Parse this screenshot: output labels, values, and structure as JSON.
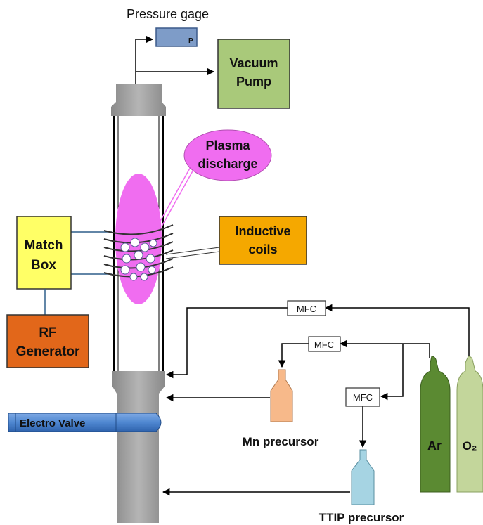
{
  "labels": {
    "pressure_gage": "Pressure gage",
    "gage_p": "P",
    "vacuum_pump_line1": "Vacuum",
    "vacuum_pump_line2": "Pump",
    "plasma_line1": "Plasma",
    "plasma_line2": "discharge",
    "inductive_line1": "Inductive",
    "inductive_line2": "coils",
    "match_line1": "Match",
    "match_line2": "Box",
    "rf_line1": "RF",
    "rf_line2": "Generator",
    "electro_valve": "Electro Valve",
    "mfc_top": "MFC",
    "mfc_mid": "MFC",
    "mfc_low": "MFC",
    "mn_precursor": "Mn precursor",
    "ttip_precursor": "TTIP precursor",
    "ar": "Ar",
    "o2": "O₂"
  },
  "colors": {
    "vacuum_pump": "#a9c97a",
    "plasma": "#f06df0",
    "inductive_coils": "#f5a800",
    "match_box": "#ffff66",
    "rf_generator": "#e2671a",
    "electro_valve": "#4f87d1",
    "gage": "#7e9cc8",
    "ar_cylinder": "#5b8a32",
    "o2_cylinder": "#c3d69b",
    "mn_bottle": "#f7b98a",
    "ttip_bottle": "#a6d4e3",
    "tube_cap": "#9e9e9e"
  }
}
